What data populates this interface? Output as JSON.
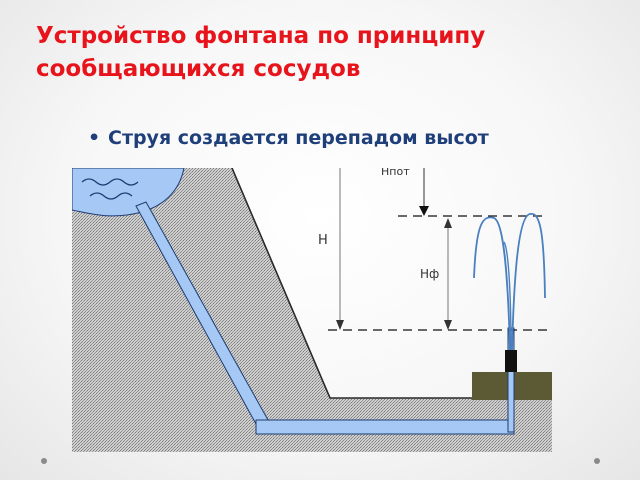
{
  "slide": {
    "title": "Устройство фонтана по принципу сообщающихся сосудов",
    "bullet": "Струя создается перепадом высот"
  },
  "diagram": {
    "labels": {
      "h_pot": "Нпот",
      "h": "Н",
      "h_f": "Нф"
    },
    "colors": {
      "water": "#a6c8f5",
      "water_outline": "#1e3d73",
      "jet": "#4a7fc0",
      "ground_base": "#c9c9c9",
      "ground_hatch": "#7d7d7d",
      "platform": "#5b5a34"
    }
  }
}
